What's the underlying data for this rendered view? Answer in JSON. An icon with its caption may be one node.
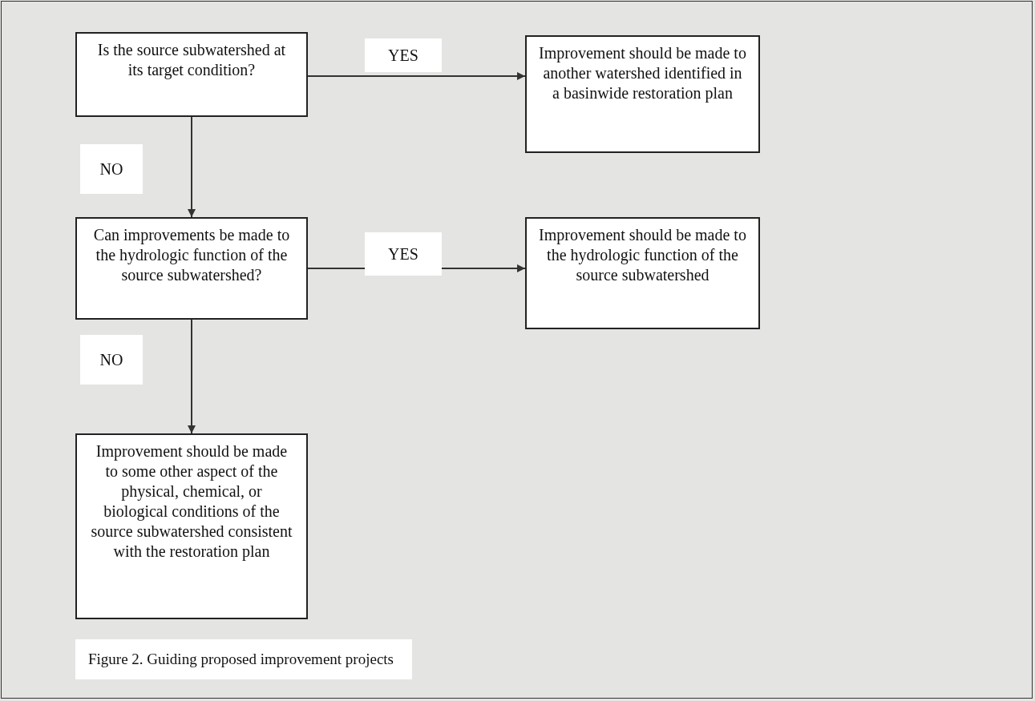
{
  "diagram": {
    "caption": "Figure 2. Guiding proposed improvement projects",
    "nodes": [
      {
        "text": [
          "Is the source subwatershed at its target condition?"
        ]
      },
      {
        "text": [
          "Improvement should be made to another watershed identified in a basinwide restoration plan"
        ]
      },
      {
        "text": [
          "Can improvements be made to the hydrologic function of the source subwatershed?"
        ]
      },
      {
        "text": [
          "Improvement should be made to the hydrologic function of the source subwatershed"
        ]
      },
      {
        "text": [
          "Improvement should be made to some other aspect of the physical, chemical, or biological conditions of the source subwatershed consistent with the restoration plan"
        ]
      }
    ],
    "edges": [
      {
        "from": 0,
        "to": 1,
        "arrow": "to",
        "label": "YES"
      },
      {
        "from": 0,
        "to": 2,
        "arrow": "to",
        "label": "NO"
      },
      {
        "from": 2,
        "to": 3,
        "arrow": "to",
        "label": "YES"
      },
      {
        "from": 2,
        "to": 4,
        "arrow": "to",
        "label": "NO"
      }
    ]
  }
}
